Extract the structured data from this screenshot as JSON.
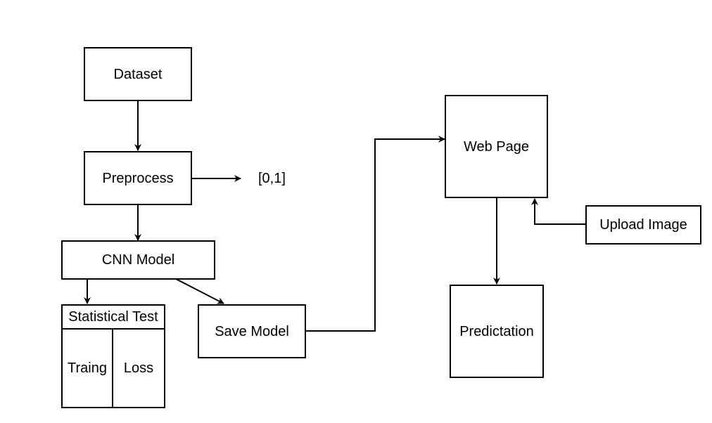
{
  "nodes": {
    "dataset": "Dataset",
    "preprocess": "Preprocess",
    "range_label": "[0,1]",
    "cnn_model": "CNN Model",
    "statistical_test": {
      "header": "Statistical Test",
      "columns": [
        "Traing",
        "Loss"
      ]
    },
    "save_model": "Save Model",
    "web_page": "Web Page",
    "upload_image": "Upload Image",
    "prediction": "Predictation"
  },
  "colors": {
    "stroke": "#000000",
    "fill": "#ffffff"
  }
}
